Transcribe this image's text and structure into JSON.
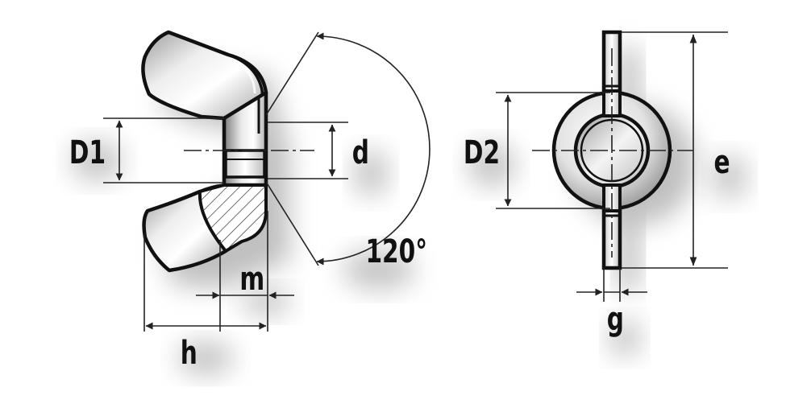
{
  "labels": {
    "D1": "D1",
    "d": "d",
    "angle": "120°",
    "m": "m",
    "h": "h",
    "D2": "D2",
    "e": "e",
    "g": "g"
  },
  "colors": {
    "outline": "#111111",
    "dimension": "#222222",
    "shadow": "#9a9a9a",
    "metal_light": "#f7f7f7",
    "metal_dark": "#a8a8a8"
  }
}
